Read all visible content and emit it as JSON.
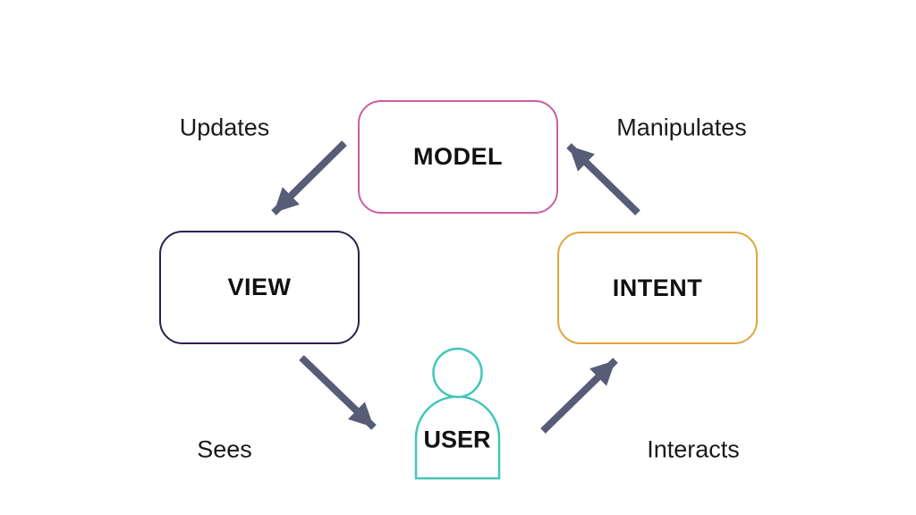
{
  "diagram": {
    "background_color": "#ffffff",
    "arrow_color": "#575c77",
    "edge_label_color": "#1a1a1a",
    "node_label_color": "#111111",
    "nodes": [
      {
        "id": "model",
        "label": "MODEL",
        "shape": "rounded-rect",
        "border_color": "#cb5e9d"
      },
      {
        "id": "view",
        "label": "VIEW",
        "shape": "rounded-rect",
        "border_color": "#2d1e4f"
      },
      {
        "id": "intent",
        "label": "INTENT",
        "shape": "rounded-rect",
        "border_color": "#dfa63d"
      },
      {
        "id": "user",
        "label": "USER",
        "shape": "person-icon",
        "border_color": "#43c6b8"
      }
    ],
    "edges": [
      {
        "id": "updates",
        "label": "Updates",
        "from": "MODEL",
        "to": "VIEW",
        "direction": "down-left"
      },
      {
        "id": "manipulates",
        "label": "Manipulates",
        "from": "INTENT",
        "to": "MODEL",
        "direction": "up-left"
      },
      {
        "id": "sees",
        "label": "Sees",
        "from": "VIEW",
        "to": "USER",
        "direction": "down-right"
      },
      {
        "id": "interacts",
        "label": "Interacts",
        "from": "USER",
        "to": "INTENT",
        "direction": "up-right"
      }
    ]
  }
}
